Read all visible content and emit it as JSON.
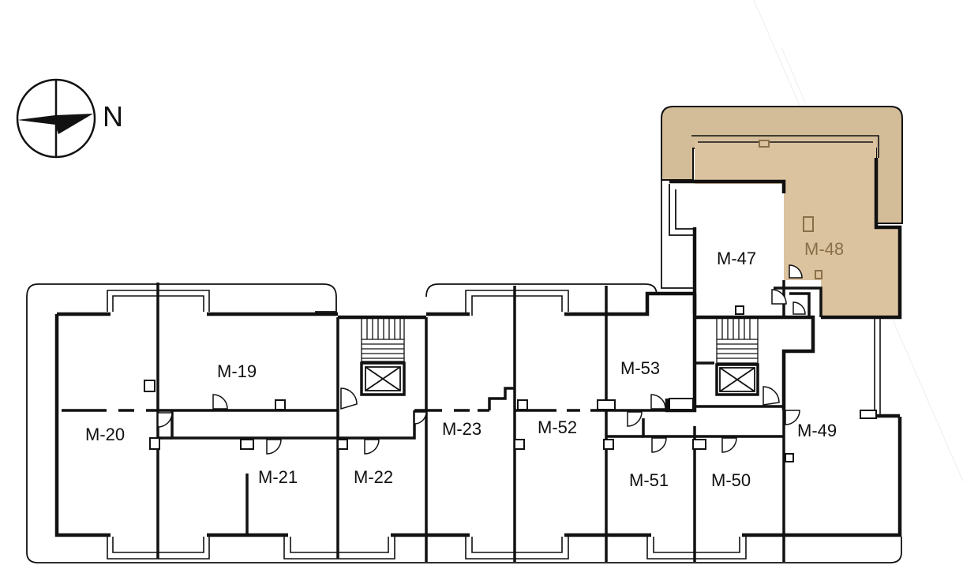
{
  "compass": {
    "label": "N",
    "icon": "north-arrow-icon"
  },
  "colors": {
    "wall": "#111111",
    "highlight_fill": "#dcc3a0",
    "highlight_terrace": "#d3bd98",
    "highlight_label": "#8a7048"
  },
  "rooms": {
    "m19": "M-19",
    "m20": "M-20",
    "m21": "M-21",
    "m22": "M-22",
    "m23": "M-23",
    "m52": "M-52",
    "m53": "M-53",
    "m47": "M-47",
    "m48": "M-48",
    "m49": "M-49",
    "m50": "M-50",
    "m51": "M-51"
  },
  "selected_room": "M-48"
}
